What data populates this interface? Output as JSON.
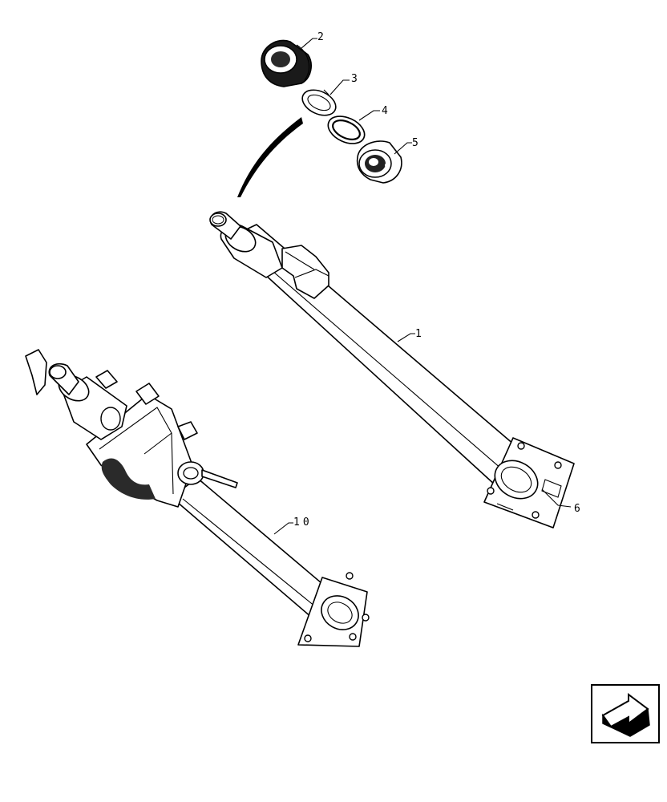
{
  "diagram": {
    "callouts": {
      "c1": "1",
      "c2": "2",
      "c3": "3",
      "c4": "4",
      "c5": "5",
      "c6": "6",
      "c10": "10"
    }
  },
  "nav": {
    "icon": "next-page-arrow-icon"
  }
}
